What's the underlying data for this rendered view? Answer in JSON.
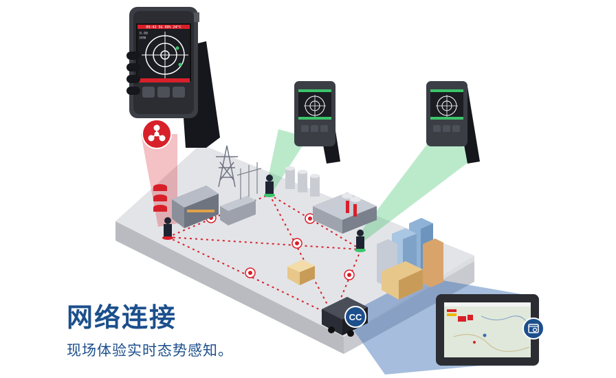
{
  "headline": "网络连接",
  "subheadline": "现场体验实时态势感知。",
  "command_badge": "CC",
  "detector_screen": {
    "status_line": "09:42 5G 99% 24°C",
    "readout_lines": [
      "0.00",
      "PPM"
    ]
  },
  "colors": {
    "brand_blue": "#1c4f8c",
    "alert_red": "#d8202a",
    "link_green": "#3cc46a",
    "tablet_blue": "#3a6cb4"
  },
  "icons": [
    "hazard-biohazard-icon",
    "tablet-settings-icon",
    "command-vehicle-icon",
    "signal-node-icon"
  ]
}
